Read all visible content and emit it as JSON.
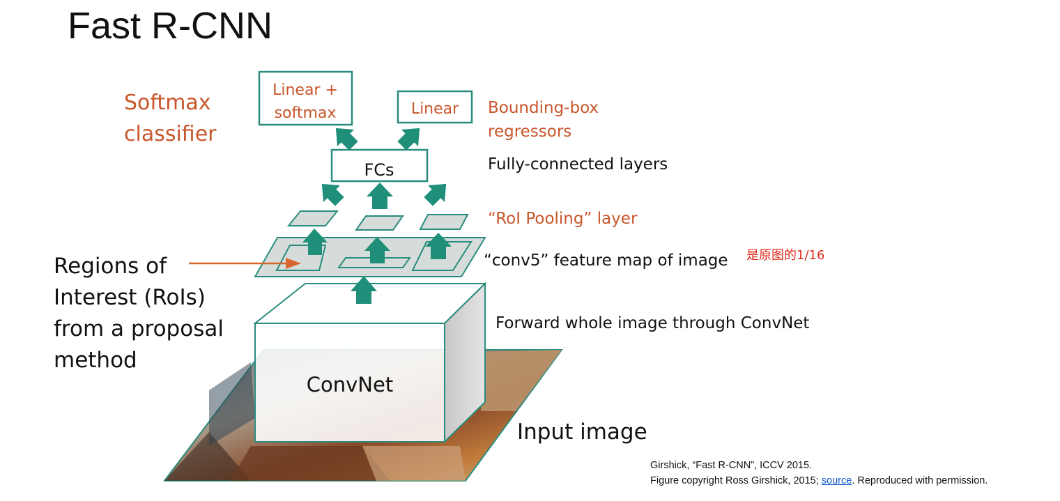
{
  "title": "Fast R-CNN",
  "labels": {
    "softmax_line1": "Softmax",
    "softmax_line2": "classifier",
    "bbox_line1": "Bounding-box",
    "bbox_line2": "regressors",
    "fc_layers": "Fully-connected layers",
    "roi_pooling": "“RoI Pooling” layer",
    "conv5": "“conv5” feature map of image",
    "note": "是原图的1/16",
    "forward": "Forward whole image through ConvNet",
    "rois_line1": "Regions of",
    "rois_line2": "Interest (RoIs)",
    "rois_line3": "from a proposal",
    "rois_line4": "method",
    "input_image": "Input image"
  },
  "boxes": {
    "linear_softmax_line1": "Linear +",
    "linear_softmax_line2": "softmax",
    "linear": "Linear",
    "fcs": "FCs",
    "convnet": "ConvNet"
  },
  "citation": {
    "line1": "Girshick, “Fast R-CNN”, ICCV 2015.",
    "line2_prefix": "Figure copyright Ross Girshick, 2015; ",
    "link": "source",
    "line2_suffix": ". Reproduced with permission."
  },
  "colors": {
    "teal": "#2a8c7e",
    "orange": "#c9562b",
    "note_red": "#e02a1d",
    "link_blue": "#1155cc"
  }
}
